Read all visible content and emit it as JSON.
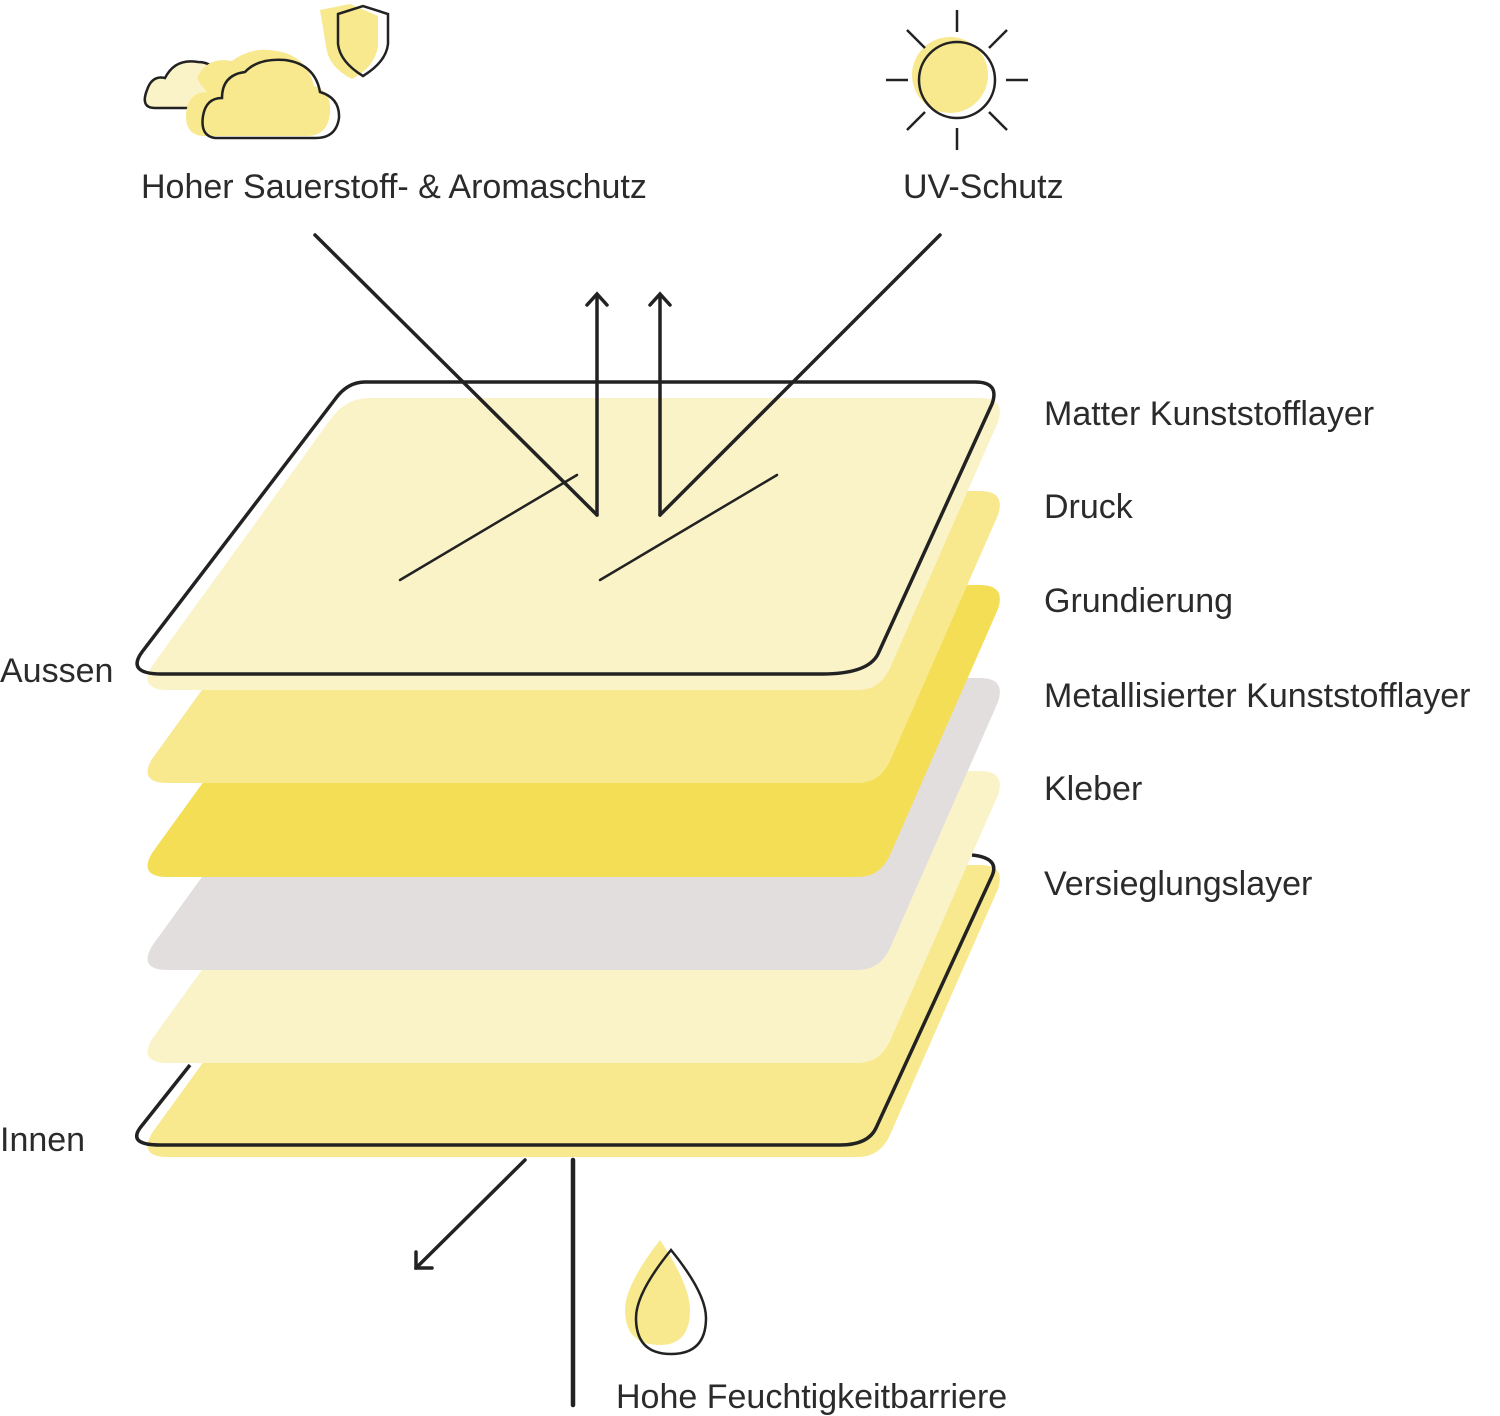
{
  "top_labels": {
    "oxygen": "Hoher Sauerstoff- & Aromaschutz",
    "uv": "UV-Schutz"
  },
  "side_labels": {
    "outer": "Aussen",
    "inner": "Innen"
  },
  "layers": [
    {
      "label": "Matter Kunststofflayer",
      "color": "#faf3c8"
    },
    {
      "label": "Druck",
      "color": "#f8e98f"
    },
    {
      "label": "Grundierung",
      "color": "#f4de55"
    },
    {
      "label": "Metallisierter Kunststofflayer",
      "color": "#e3dede"
    },
    {
      "label": "Kleber",
      "color": "#faf3c8"
    },
    {
      "label": "Versieglungslayer",
      "color": "#f8e98f"
    }
  ],
  "bottom_label": "Hohe Feuchtigkeitbarriere",
  "colors": {
    "stroke": "#222222",
    "accent": "#f8e98f"
  }
}
